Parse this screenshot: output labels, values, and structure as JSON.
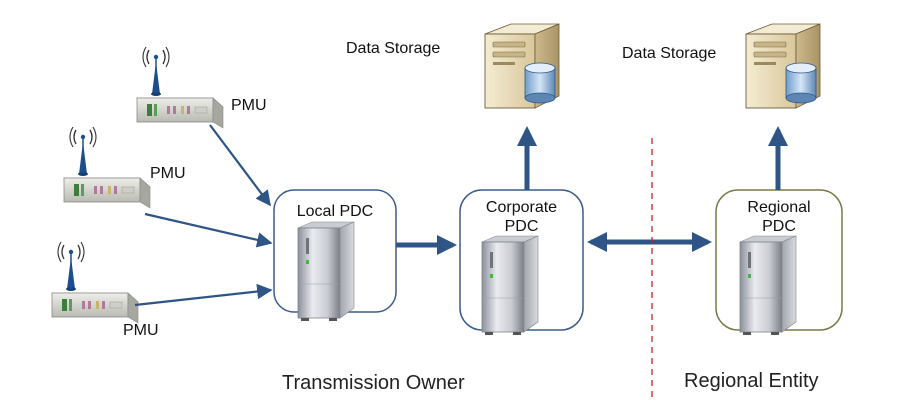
{
  "pmus": [
    {
      "label": "PMU"
    },
    {
      "label": "PMU"
    },
    {
      "label": "PMU"
    }
  ],
  "local_pdc": {
    "line1": "Local PDC"
  },
  "corporate_pdc": {
    "line1": "Corporate",
    "line2": "PDC"
  },
  "regional_pdc": {
    "line1": "Regional",
    "line2": "PDC"
  },
  "storage_corporate": {
    "label": "Data Storage"
  },
  "storage_regional": {
    "label": "Data Storage"
  },
  "regions": {
    "left": "Transmission Owner",
    "right": "Regional Entity"
  },
  "colors": {
    "arrow": "#2e5585",
    "box_blue": "#3b5b8c",
    "box_olive": "#7a7a4a",
    "divider": "#d62020",
    "antenna": "#1d4f8f"
  }
}
